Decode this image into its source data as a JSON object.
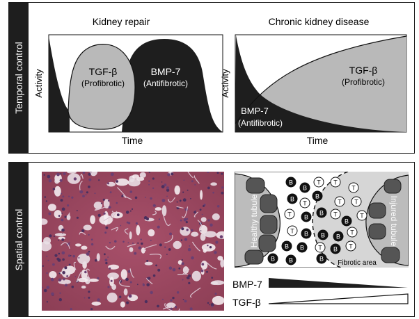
{
  "temporal": {
    "side_label": "Temporal control",
    "left": {
      "title": "Kidney repair",
      "ylabel": "Activity",
      "xlabel": "Time",
      "tgf_name": "TGF-β",
      "tgf_role": "(Profibrotic)",
      "bmp_name": "BMP-7",
      "bmp_role": "(Antifibrotic)"
    },
    "right": {
      "title": "Chronic kidney disease",
      "ylabel": "Activity",
      "xlabel": "Time",
      "tgf_name": "TGF-β",
      "tgf_role": "(Profibrotic)",
      "bmp_name": "BMP-7",
      "bmp_role": "(Antifibrotic)"
    }
  },
  "spatial": {
    "side_label": "Spatial control",
    "schematic": {
      "healthy_label": "Healthy tubule",
      "injured_label": "Injured tubule",
      "fibrotic_label": "Fibrotic area",
      "b_marker": "B",
      "t_marker": "T"
    },
    "gradients": {
      "bmp_label": "BMP-7",
      "tgf_label": "TGF-β"
    }
  },
  "colors": {
    "dark": "#1e1e1e",
    "light_gray": "#b9b9b9",
    "area_gray": "#d6d6d6",
    "tissue_red": "#b54a5a",
    "tissue_purple": "#7f5a8e"
  }
}
